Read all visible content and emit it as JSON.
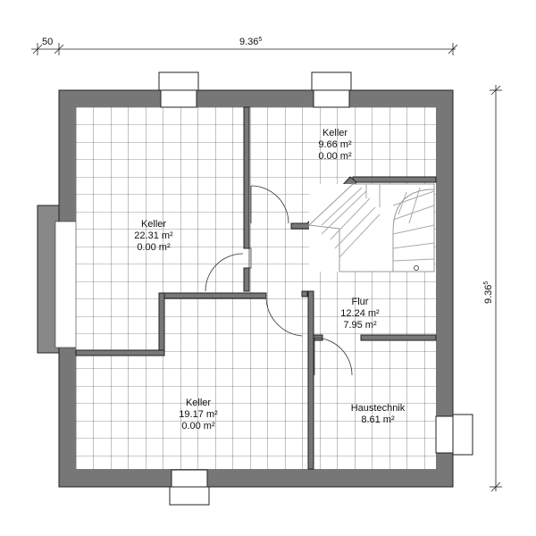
{
  "dimensions": {
    "top_offset": "50",
    "top_total": "9.36",
    "top_total_sup": "5",
    "right_total": "9.36",
    "right_total_sup": "5"
  },
  "rooms": {
    "keller_top": {
      "name": "Keller",
      "area": "9.66 m²",
      "area2": "0.00 m²"
    },
    "keller_left": {
      "name": "Keller",
      "area": "22.31 m²",
      "area2": "0.00 m²"
    },
    "keller_bottom": {
      "name": "Keller",
      "area": "19.17 m²",
      "area2": "0.00 m²"
    },
    "flur": {
      "name": "Flur",
      "area": "12.24 m²",
      "area2": "7.95 m²"
    },
    "haustechnik": {
      "name": "Haustechnik",
      "area": "8.61 m²"
    }
  },
  "colors": {
    "wall": "#777777",
    "wall_outline": "#222222",
    "grid": "#333333",
    "floor": "#ffffff",
    "stair_line": "#aaaaaa"
  }
}
